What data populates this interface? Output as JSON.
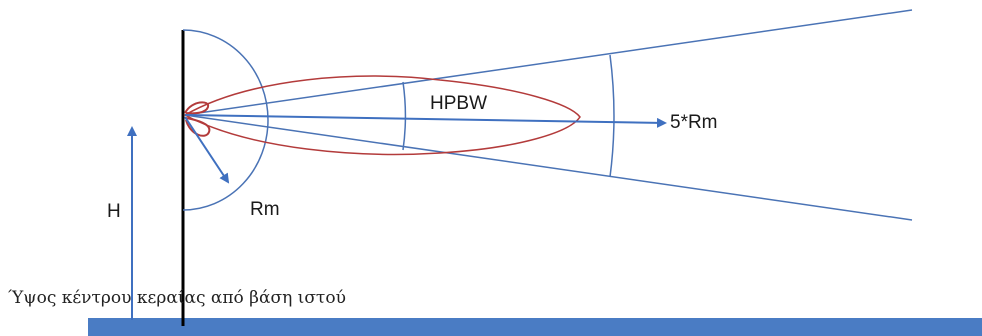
{
  "labels": {
    "hpbw": "HPBW",
    "five_rm": "5*Rm",
    "rm": "Rm",
    "height": "H",
    "caption": "Ύψος κέντρου κεραίας από βάση ιστού"
  },
  "colors": {
    "line_blue": "#4a73b5",
    "arrow_blue": "#3f70c0",
    "lobe_red": "#b33b3b",
    "mast_black": "#000000",
    "ground_bar": "#4a7cc4"
  }
}
